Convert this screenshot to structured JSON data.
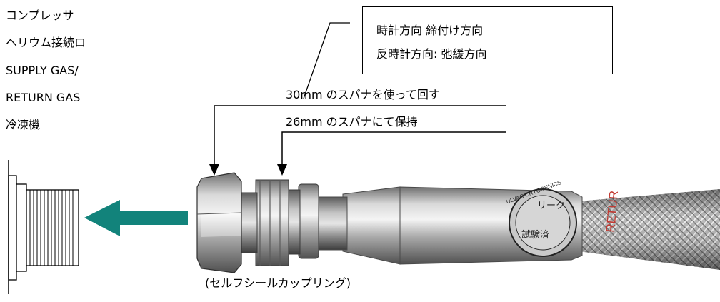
{
  "labels": {
    "compressor_port": [
      "コンプレッサ",
      "ヘリウム接続ロ",
      "SUPPLY GAS/",
      "RETURN GAS",
      "冷凍機"
    ],
    "rotation": {
      "clockwise": "時計方向  締付け方向",
      "counterclockwise": "反時計方向:  弛緩方向"
    },
    "spanner_30": "30mm のスパナを使って回す",
    "spanner_26": "26mm のスパナにて保持",
    "coupling": "(セルフシールカップリング)",
    "tag_lines": [
      "リーク",
      "試験済"
    ],
    "tag_brand": "ULVAC CRYOGENICS",
    "hose_print": "RETUR"
  },
  "colors": {
    "arrow": "#12837b",
    "text": "#000000"
  },
  "icons": {
    "port_fitting": "threaded-port-fitting-icon",
    "direction_arrow": "arrow-left-icon",
    "coupling": "hose-coupling-photo"
  }
}
